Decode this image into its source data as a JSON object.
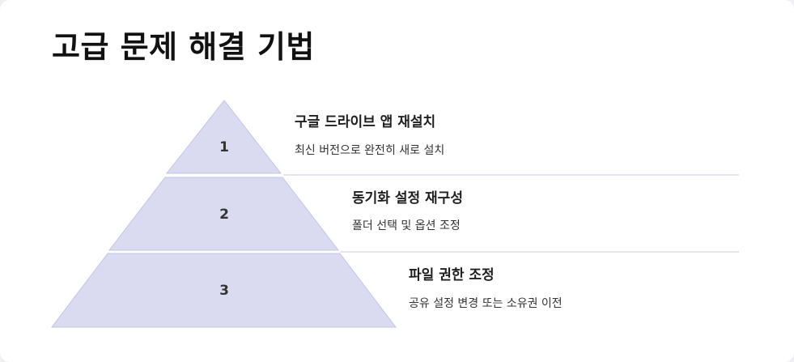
{
  "title": "고급 문제 해결 기법",
  "colors": {
    "tier_fill": "#dadbf0",
    "tier_stroke": "#c3c4e6",
    "divider": "#dcdcea"
  },
  "levels": [
    {
      "number": "1",
      "title": "구글 드라이브 앱 재설치",
      "description": "최신 버전으로 완전히 새로 설치"
    },
    {
      "number": "2",
      "title": "동기화 설정 재구성",
      "description": "폴더 선택 및 옵션 조정"
    },
    {
      "number": "3",
      "title": "파일 권한 조정",
      "description": "공유 설정 변경 또는 소유권 이전"
    }
  ]
}
